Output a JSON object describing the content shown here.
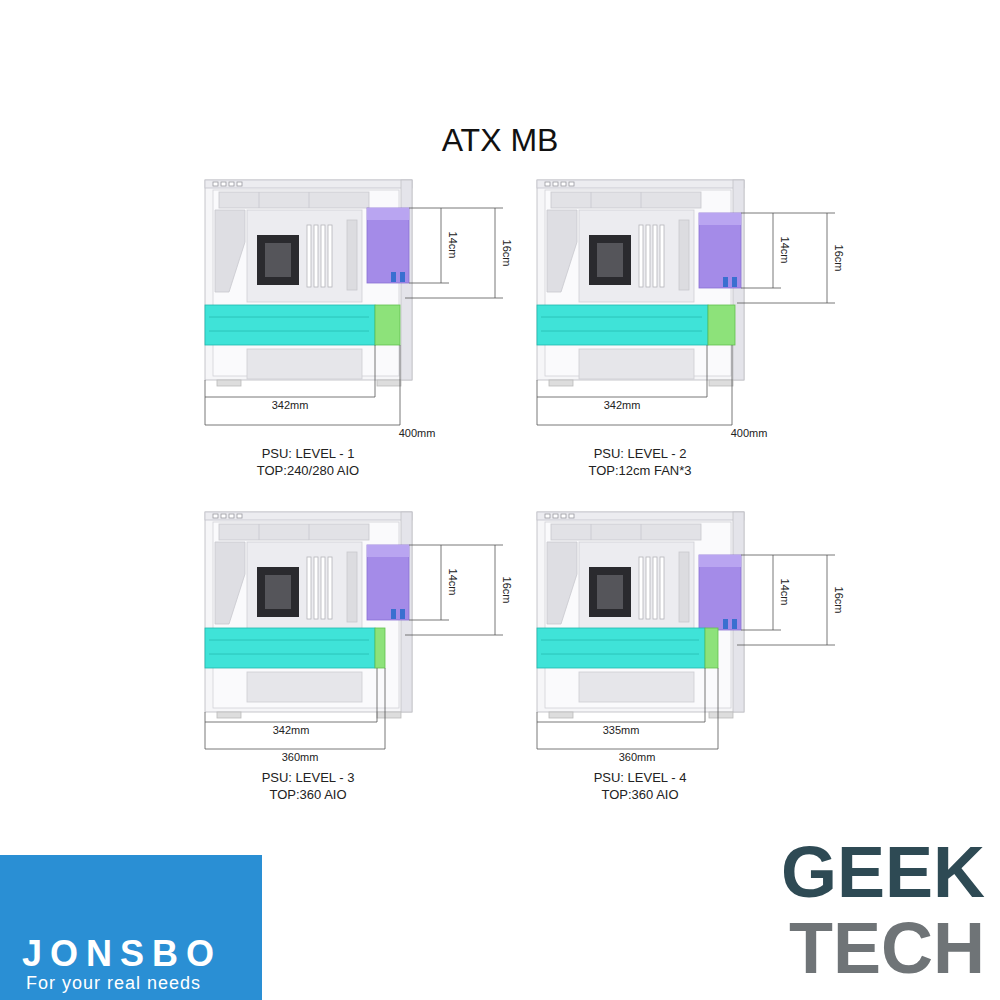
{
  "diagram": {
    "title": "ATX MB",
    "nodes": [
      {
        "text": [
          "JONSBO",
          "For your real needs"
        ]
      }
    ],
    "labels": [
      "14cm",
      "16cm",
      "342mm",
      "400mm",
      "PSU: LEVEL - 1",
      "TOP:240/280 AIO",
      "14cm",
      "16cm",
      "342mm",
      "400mm",
      "PSU: LEVEL - 2",
      "TOP:12cm FAN*3",
      "14cm",
      "16cm",
      "342mm",
      "360mm",
      "PSU: LEVEL - 3",
      "TOP:360 AIO",
      "14cm",
      "16cm",
      "335mm",
      "360mm",
      "PSU: LEVEL - 4",
      "TOP:360 AIO",
      "GEEK",
      "TECH"
    ]
  }
}
